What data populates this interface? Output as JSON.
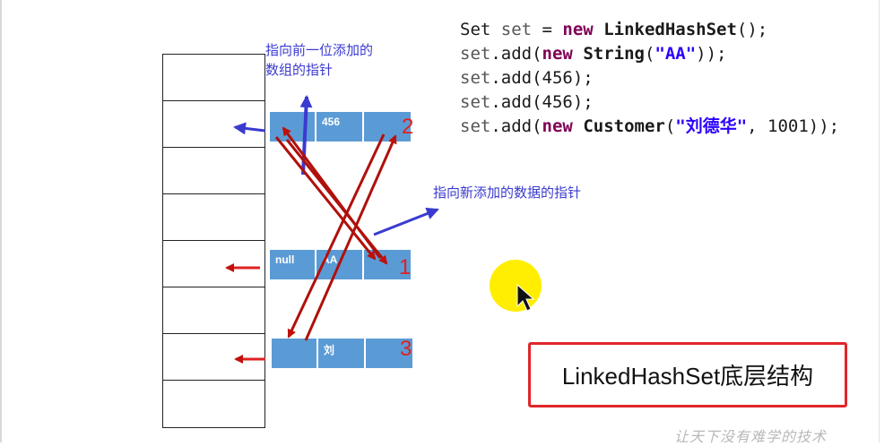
{
  "annotations": {
    "prev_pointer_line1": "指向前一位添加的",
    "prev_pointer_line2": "数组的指针",
    "next_pointer": "指向新添加的数据的指针"
  },
  "nodes": {
    "node2": {
      "cells": [
        "",
        "456",
        ""
      ],
      "number": "2"
    },
    "node1": {
      "cells": [
        "null",
        "AA",
        ""
      ],
      "number": "1"
    },
    "node3": {
      "cells": [
        "",
        "刘",
        ""
      ],
      "number": "3"
    }
  },
  "code_lines": [
    [
      {
        "t": "Set ",
        "c": "plain"
      },
      {
        "t": "set",
        "c": "var"
      },
      {
        "t": " = ",
        "c": "plain"
      },
      {
        "t": "new",
        "c": "kw"
      },
      {
        "t": " ",
        "c": "plain"
      },
      {
        "t": "LinkedHashSet",
        "c": "cls"
      },
      {
        "t": "();",
        "c": "plain"
      }
    ],
    [
      {
        "t": "set",
        "c": "var"
      },
      {
        "t": ".add(",
        "c": "plain"
      },
      {
        "t": "new",
        "c": "kw"
      },
      {
        "t": " ",
        "c": "plain"
      },
      {
        "t": "String",
        "c": "cls"
      },
      {
        "t": "(",
        "c": "plain"
      },
      {
        "t": "\"AA\"",
        "c": "str"
      },
      {
        "t": "));",
        "c": "plain"
      }
    ],
    [
      {
        "t": "set",
        "c": "var"
      },
      {
        "t": ".add(456);",
        "c": "plain"
      }
    ],
    [
      {
        "t": "set",
        "c": "var"
      },
      {
        "t": ".add(456);",
        "c": "plain"
      }
    ],
    [
      {
        "t": "set",
        "c": "var"
      },
      {
        "t": ".add(",
        "c": "plain"
      },
      {
        "t": "new",
        "c": "kw"
      },
      {
        "t": " ",
        "c": "plain"
      },
      {
        "t": "Customer",
        "c": "cls"
      },
      {
        "t": "(",
        "c": "plain"
      },
      {
        "t": "\"刘德华\"",
        "c": "str"
      },
      {
        "t": ", 1001));",
        "c": "plain"
      }
    ]
  ],
  "title": "LinkedHashSet底层结构",
  "watermark": "让天下没有难学的技术",
  "table": {
    "slots": 8
  },
  "colors": {
    "node_fill": "#5b9bd5",
    "pointer_red": "#c0100c",
    "annotation_blue": "#3a3ad0",
    "title_border": "#e0262a"
  }
}
